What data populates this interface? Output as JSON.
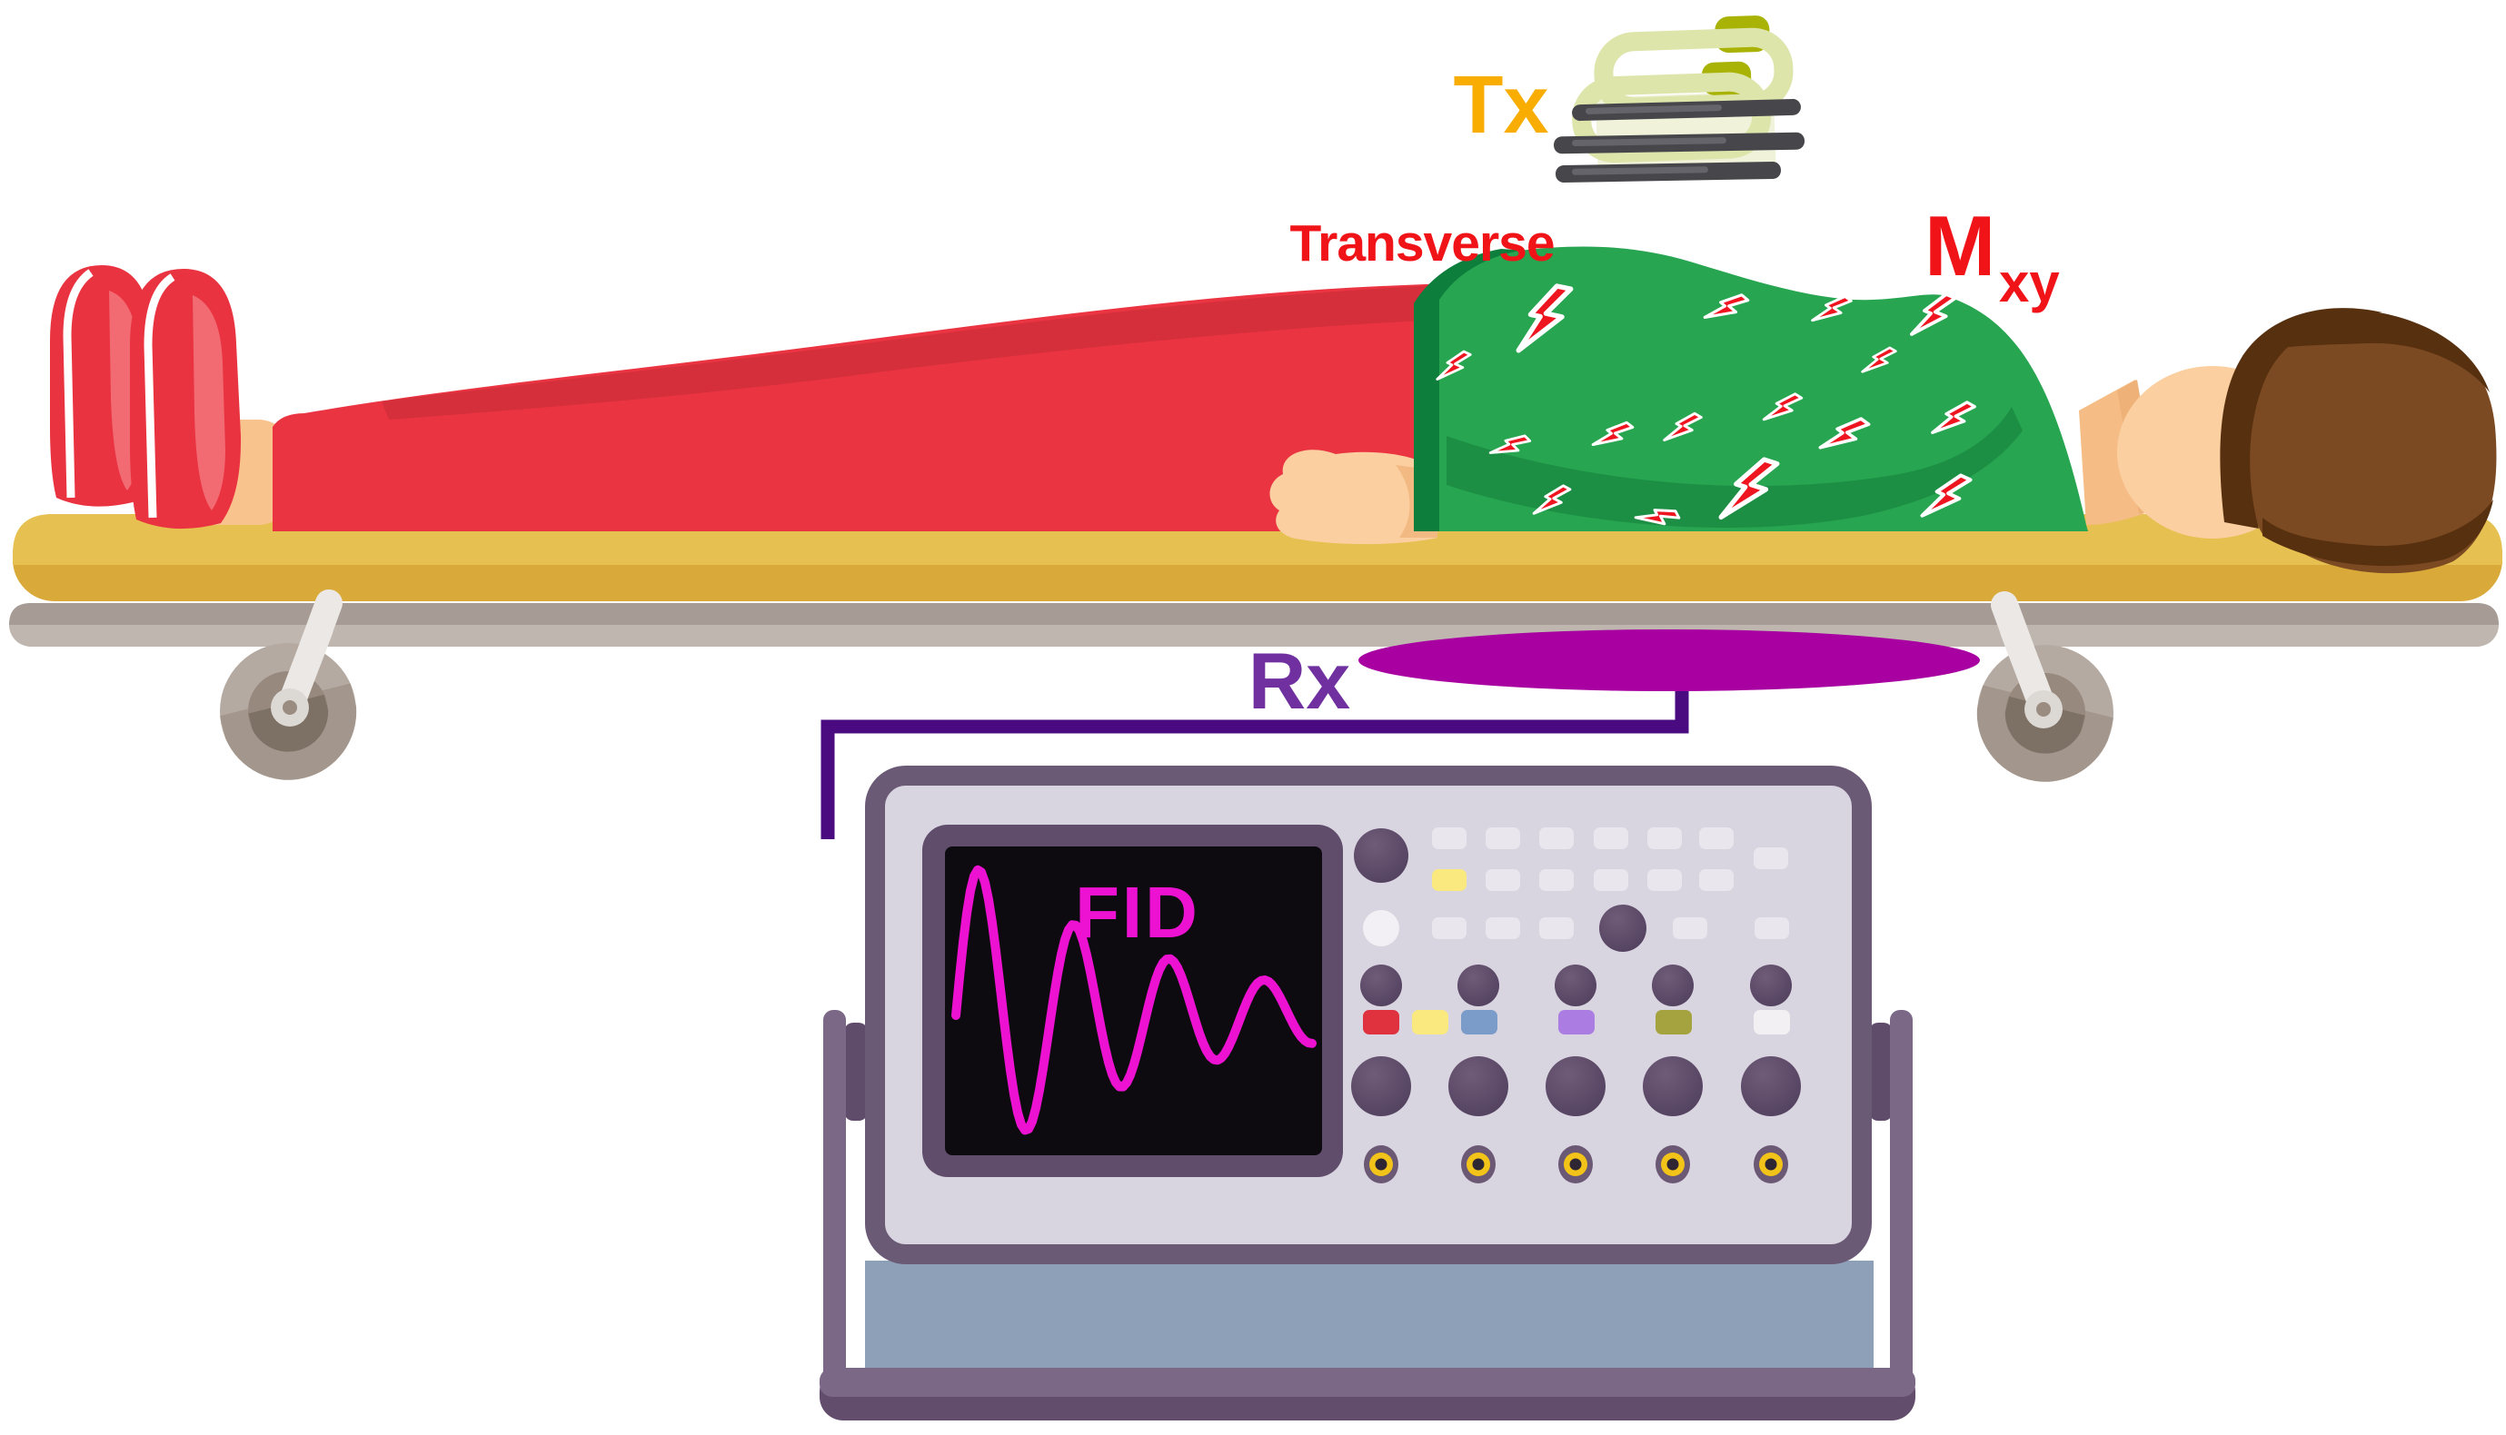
{
  "labels": {
    "tx": "Tx",
    "transverse": "Transverse",
    "m_symbol": "M",
    "m_subscript": "xy",
    "rx": "Rx",
    "fid": "FID"
  },
  "colors": {
    "tx_label": "#F8AD00",
    "transverse_label": "#F01418",
    "mxy_label": "#F01418",
    "rx_label": "#7030A0",
    "fid_label": "#ED12D2",
    "signal_trace": "#ED12D2",
    "rx_coil": "#A901A1",
    "signal_wire": "#4A0B80",
    "tx_coil_ring": "#DDE5AB",
    "tx_coil_panel": "#F0F2DA",
    "tx_coil_accent": "#A9B305",
    "tx_coil_bar": "#47474B",
    "shirt_green": "#27A550",
    "shirt_green_dark": "#1D8F45",
    "pants_red": "#EA3442",
    "lightning_red": "#EE1520",
    "skin": "#FBCFA0",
    "hair_brown": "#7B4A22",
    "hair_brown_dark": "#57300F",
    "table_gold": "#E6C050",
    "table_gold_dark": "#D9A93A",
    "underframe_gray": "#BFB7AF",
    "scope_face": "#D9D5E0",
    "scope_frame": "#6B5A76",
    "scope_base": "#8EA0B8",
    "scope_stand": "#7B6887",
    "screen_black": "#0D0B10",
    "knob_dark": "#5D4A66",
    "bnc_yellow": "#F2C318",
    "button_colors": [
      "#E0313F",
      "#F9E97F",
      "#7B9CC9",
      "#AB7DE3",
      "#A5A33F",
      "#F3F0F4"
    ]
  },
  "scope": {
    "wave": {
      "amplitude": 180,
      "decay": 0.0045,
      "omega": 0.06,
      "baseline": 1118
    }
  }
}
